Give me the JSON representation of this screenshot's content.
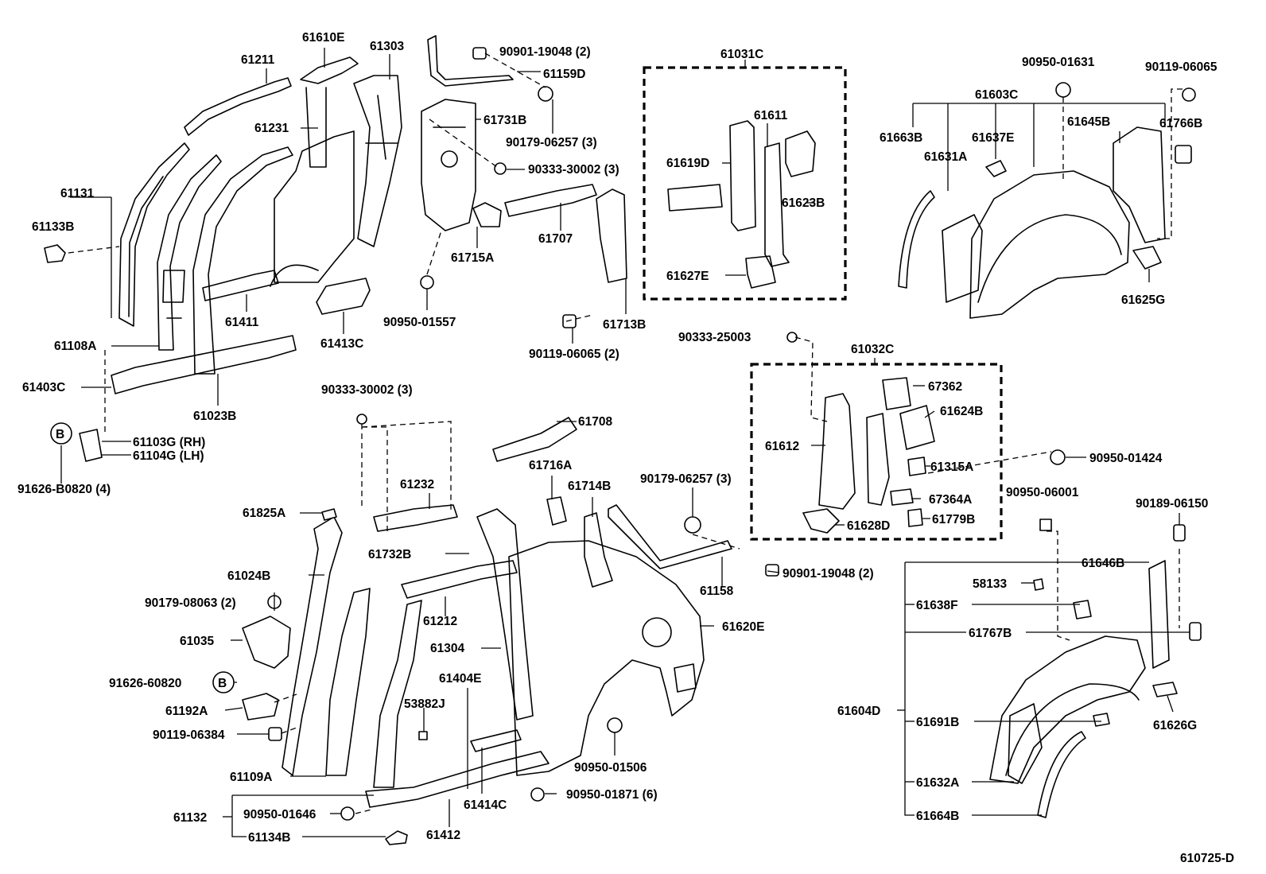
{
  "diagram_id": "610725-D",
  "labels": {
    "p61211": "61211",
    "p61610E": "61610E",
    "p61303": "61303",
    "p90901_19048_top": "90901-19048 (2)",
    "p61159D": "61159D",
    "p61731B": "61731B",
    "p90179_06257_top": "90179-06257 (3)",
    "p90333_30002_top": "90333-30002 (3)",
    "p61231": "61231",
    "p61131": "61131",
    "p61133B": "61133B",
    "p61411": "61411",
    "p61108A": "61108A",
    "p61403C": "61403C",
    "p61023B": "61023B",
    "p61413C": "61413C",
    "p61715A": "61715A",
    "p61707": "61707",
    "p90950_01557": "90950-01557",
    "p90119_06065_2": "90119-06065 (2)",
    "p61713B": "61713B",
    "p61031C": "61031C",
    "p61611": "61611",
    "p61619D": "61619D",
    "p61623B": "61623B",
    "p61627E": "61627E",
    "p90950_01631": "90950-01631",
    "p90119_06065": "90119-06065",
    "p61603C": "61603C",
    "p61663B": "61663B",
    "p61637E": "61637E",
    "p61645B": "61645B",
    "p61766B": "61766B",
    "p61631A": "61631A",
    "p61625G": "61625G",
    "p90333_25003": "90333-25003",
    "p61032C": "61032C",
    "p67362": "67362",
    "p61624B": "61624B",
    "p61612": "61612",
    "p61315A": "61315A",
    "p90950_01424": "90950-01424",
    "p67364A": "67364A",
    "p61628D": "61628D",
    "p61779B": "61779B",
    "p90950_06001": "90950-06001",
    "p90189_06150": "90189-06150",
    "p61646B": "61646B",
    "p58133": "58133",
    "p61638F": "61638F",
    "p61767B": "61767B",
    "p61604D": "61604D",
    "p61691B": "61691B",
    "p61626G": "61626G",
    "p61632A": "61632A",
    "p61664B": "61664B",
    "callout_B": "B",
    "p61103G": "61103G (RH)",
    "p61104G": "61104G (LH)",
    "p91626_B0820": "91626-B0820 (4)",
    "p90333_30002_mid": "90333-30002 (3)",
    "p61708": "61708",
    "p61716A": "61716A",
    "p61714B": "61714B",
    "p90179_06257_mid": "90179-06257 (3)",
    "p61232": "61232",
    "p61825A": "61825A",
    "p61732B": "61732B",
    "p61024B": "61024B",
    "p90179_08063": "90179-08063 (2)",
    "p61035": "61035",
    "p61212": "61212",
    "p61304": "61304",
    "p61404E": "61404E",
    "p91626_60820": "91626-60820",
    "p61192A": "61192A",
    "p90119_06384": "90119-06384",
    "p53882J": "53882J",
    "p61109A": "61109A",
    "p61132": "61132",
    "p90950_01646": "90950-01646",
    "p61134B": "61134B",
    "p61412": "61412",
    "p61414C": "61414C",
    "p90950_01871": "90950-01871 (6)",
    "p90950_01506": "90950-01506",
    "p61620E": "61620E",
    "p61158": "61158",
    "p90901_19048_mid": "90901-19048 (2)"
  }
}
